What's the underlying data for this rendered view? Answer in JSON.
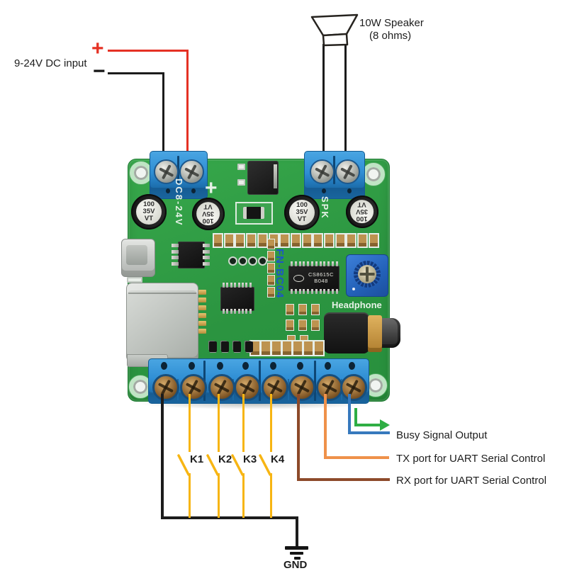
{
  "diagram": {
    "dc_input": {
      "label": "9-24V DC input",
      "plus": "+",
      "minus": "−"
    },
    "speaker": {
      "line1": "10W Speaker",
      "line2": "(8 ohms)"
    },
    "switches": {
      "k1": "K1",
      "k2": "K2",
      "k3": "K3",
      "k4": "K4"
    },
    "outputs": {
      "busy": "Busy Signal Output",
      "tx": "TX port for UART Serial Control",
      "rx": "RX port for UART Serial Control",
      "gnd": "GND"
    }
  },
  "board": {
    "silkscreen": {
      "dc_terminal": "DC8-24V",
      "spk_terminal": "SPK",
      "model": "FN-BC04",
      "headphone": "Headphone",
      "plus_mark": "+"
    },
    "capacitor_marking": {
      "line1": "100",
      "line2": "35V",
      "line3": "VT"
    },
    "main_ic_marking": {
      "line1": "CS8615C",
      "line2": "B048"
    }
  },
  "colors": {
    "wire_red": "#e53124",
    "wire_black": "#1c1c1c",
    "wire_yellow": "#f7b513",
    "wire_brown": "#8d4a2a",
    "wire_orange": "#ef914a",
    "wire_blue": "#3779bd",
    "arrow_green": "#2fae44",
    "board_green": "#2f9e44",
    "terminal_blue": "#2e8fd2",
    "silkscreen_white": "#f0f7f0",
    "model_blue": "#1d55c8"
  }
}
